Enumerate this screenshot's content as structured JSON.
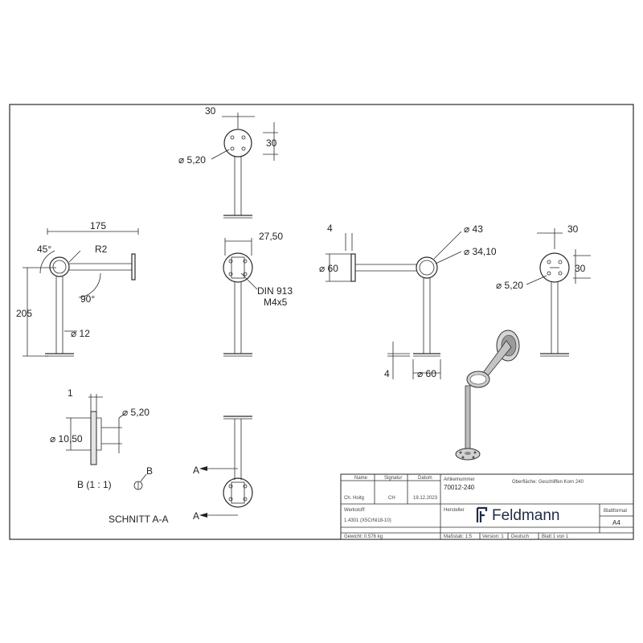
{
  "views": {
    "top": {
      "dim_h": "30",
      "dim_v": "30",
      "hole_dia": "⌀ 5,20"
    },
    "side_left": {
      "length": "175",
      "angle_top": "45°",
      "radius": "R2",
      "angle_bottom": "90°",
      "height": "205",
      "tube_dia": "⌀ 12"
    },
    "front": {
      "dim_width": "27,50",
      "screw_line1": "DIN 913",
      "screw_line2": "M4x5"
    },
    "mid": {
      "dim_4_top": "4",
      "dia_60_left": "⌀ 60",
      "dia_43": "⌀ 43",
      "dia_34": "⌀ 34,10",
      "dim_4_bottom": "4",
      "dia_60_bottom": "⌀ 60"
    },
    "right": {
      "dim_h": "30",
      "dim_v": "30",
      "hole_dia": "⌀ 5,20"
    },
    "detail": {
      "dim_1": "1",
      "dia_520": "⌀ 5,20",
      "dia_1050": "⌀ 10,50",
      "title": "B (1 : 1)",
      "marker": "B"
    },
    "section": {
      "mark_a1": "A",
      "mark_a2": "A",
      "title": "SCHNITT A-A"
    }
  },
  "titleblock": {
    "name_h": "Name",
    "signature_h": "Signatur",
    "date_h": "Datum",
    "article_h": "Artikelnummer",
    "article_no": "70012-240",
    "surface_h": "Oberfläche:",
    "surface_val": "Geschliffen Korn 240",
    "checked_name": "Ch. Hoitg",
    "checked_sig": "CH",
    "checked_date": "19.12.2023",
    "material_h": "Werkstoff:",
    "material_val": "1.4301 (X5CrNi18-10)",
    "maker_h": "Hersteller",
    "brand": "Feldmann",
    "format_h": "Blattformat",
    "format_val": "A4",
    "weight": "Gewicht: 0.576 kg",
    "scale": "Maßstab: 1:5",
    "version": "Version: 1",
    "language": "Deutsch",
    "sheet": "Blatt 1 von 1"
  }
}
